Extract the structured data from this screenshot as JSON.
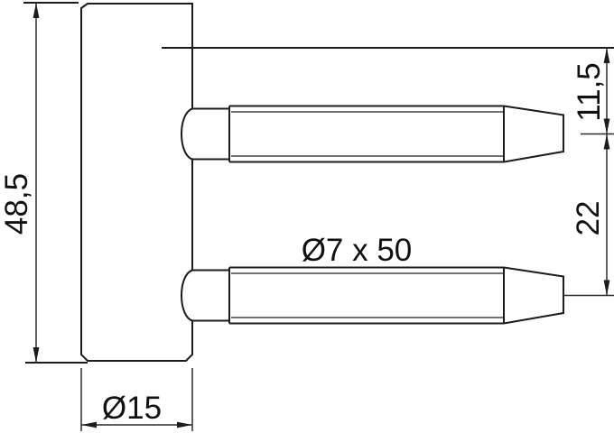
{
  "drawing": {
    "labels": {
      "body_height": "48,5",
      "body_diameter": "Ø15",
      "pin_size": "Ø7 x 50",
      "pin_top_offset": "11,5",
      "pin_spacing": "22"
    },
    "colors": {
      "line": "#1c1c1c",
      "background": "#ffffff"
    }
  }
}
